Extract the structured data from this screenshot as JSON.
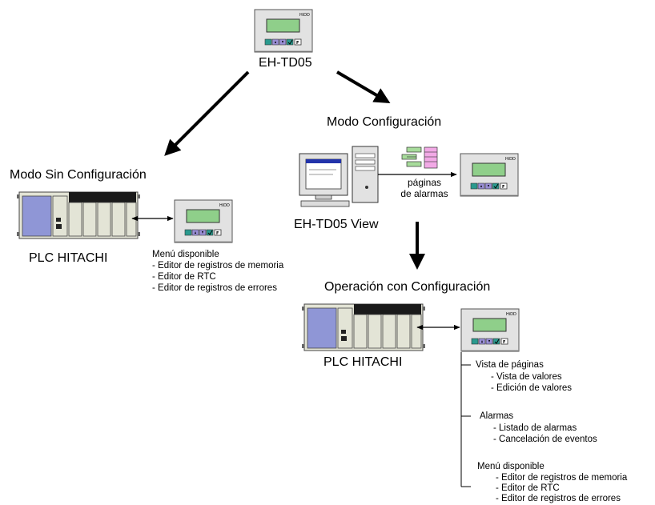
{
  "device_top": {
    "name": "EH-TD05"
  },
  "mode_config": {
    "title": "Modo Configuración"
  },
  "mode_noconfig": {
    "title": "Modo Sin Configuración"
  },
  "pc_app": {
    "name": "EH-TD05 View"
  },
  "alarm_pages": {
    "label_line1": "páginas",
    "label_line2": "de alarmas"
  },
  "plc_left": {
    "name": "PLC HITACHI"
  },
  "plc_right": {
    "name": "PLC HITACHI"
  },
  "operation": {
    "title": "Operación  con Configuración"
  },
  "menu_left": {
    "title": "Menú disponible",
    "items": [
      "- Editor de registros de memoria",
      "- Editor de RTC",
      "- Editor de registros de errores"
    ]
  },
  "menu_right": {
    "groups": [
      {
        "title": "Vista de páginas",
        "items": [
          "- Vista de valores",
          "- Edición de valores"
        ]
      },
      {
        "title": "Alarmas",
        "items": [
          "- Listado de alarmas",
          "- Cancelación de eventos"
        ]
      },
      {
        "title": "Menú disponible",
        "items": [
          "- Editor de registros de memoria",
          "- Editor de RTC",
          "- Editor de registros de errores"
        ]
      }
    ]
  },
  "colors": {
    "device_body": "#e2e2e2",
    "lcd": "#8fcf8a",
    "key_teal": "#2a9a8e",
    "key_purple": "#9a8fd6",
    "plc_blue": "#8f96d6",
    "plc_body": "#e3e4d6",
    "plc_top": "#1a1a1a",
    "icon_green": "#a7dc9b",
    "icon_pink": "#f2a9e6"
  }
}
